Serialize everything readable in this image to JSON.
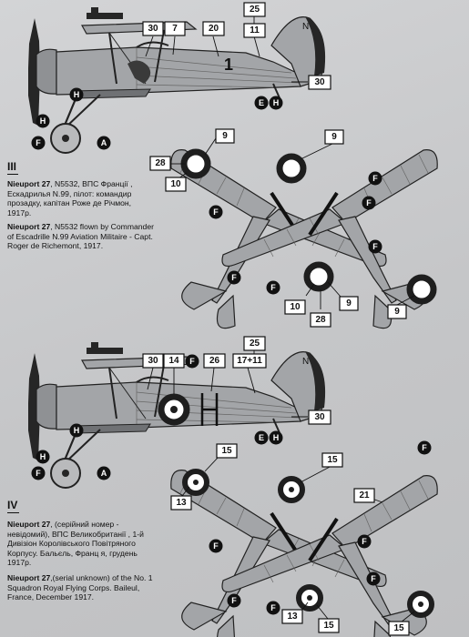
{
  "sections": [
    {
      "roman": "III",
      "ua": {
        "model": "Nieuport 27",
        "rest": ", N5532, ВПС Франції , Ескадрилья N.99, пілот: командир прозадку, капітан Роже де Річмон, 1917р."
      },
      "en": {
        "model": "Nieuport 27",
        "rest": ", N5532 flown by Commander of Escadrille N.99 Aviation Militaire - Capt. Roger de Richemont, 1917."
      },
      "side_labels": [
        "25",
        "30",
        "7",
        "20",
        "11",
        "30"
      ],
      "side_rudder_letter": "N",
      "side_fuselage_mark": "1",
      "plan_labels": [
        "9",
        "28",
        "10",
        "10",
        "28",
        "9",
        "9"
      ]
    },
    {
      "roman": "IV",
      "ua": {
        "model": "Nieuport 27",
        "rest": ", (серійний номер - невідомий), ВПС Великобританії , 1-й Дивізіон Королівського Повітряного Корпусу. Бальєль, Франц я, грудень 1917р."
      },
      "en": {
        "model": "Nieuport 27",
        "rest": ",(serial unknown) of the No. 1 Squadron Royal Flying Corps. Baileul, France, December 1917."
      },
      "side_labels": [
        "25",
        "30",
        "14",
        "26",
        "17+11",
        "30"
      ],
      "side_rudder_letter": "N",
      "plan_labels": [
        "15",
        "13",
        "15",
        "21",
        "13",
        "15",
        "15"
      ]
    }
  ],
  "callouts": {
    "F": "F",
    "H": "H",
    "A": "A",
    "E": "E"
  },
  "colors": {
    "background": "#c8c9cb",
    "aircraft_grey": "#a3a5a8",
    "roundel_dark": "#1e1e1e"
  }
}
